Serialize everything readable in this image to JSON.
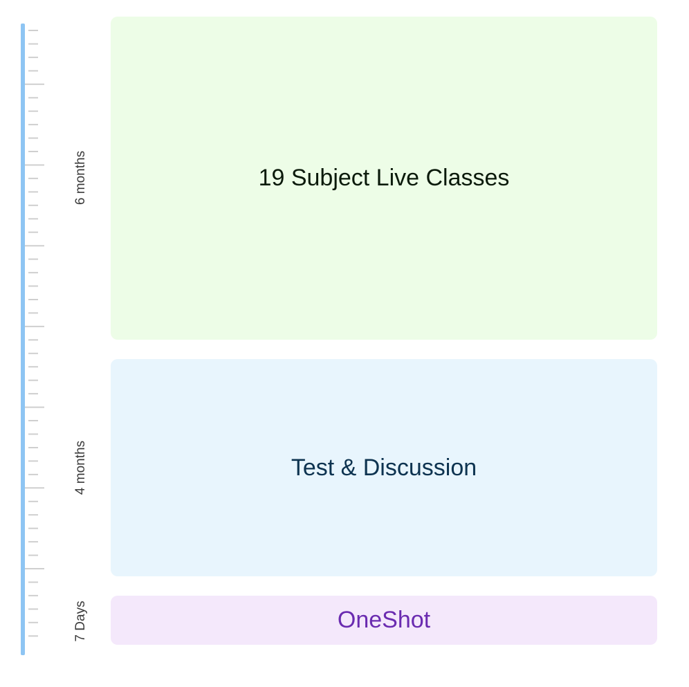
{
  "timeline": {
    "accent_color": "#8ec5f3",
    "tick_color": "#cfcfcf",
    "phases": [
      {
        "label": "6 months"
      },
      {
        "label": "4 months"
      },
      {
        "label": "7 Days"
      }
    ]
  },
  "blocks": [
    {
      "title": "19 Subject Live Classes",
      "text_color": "#0b1a0b",
      "bg_color": "#edfde7"
    },
    {
      "title": "Test & Discussion",
      "text_color": "#0d3350",
      "bg_color": "#e8f5fd"
    },
    {
      "title": "OneShot",
      "text_color": "#6a2bb0",
      "bg_color": "#f4e8fb"
    }
  ]
}
